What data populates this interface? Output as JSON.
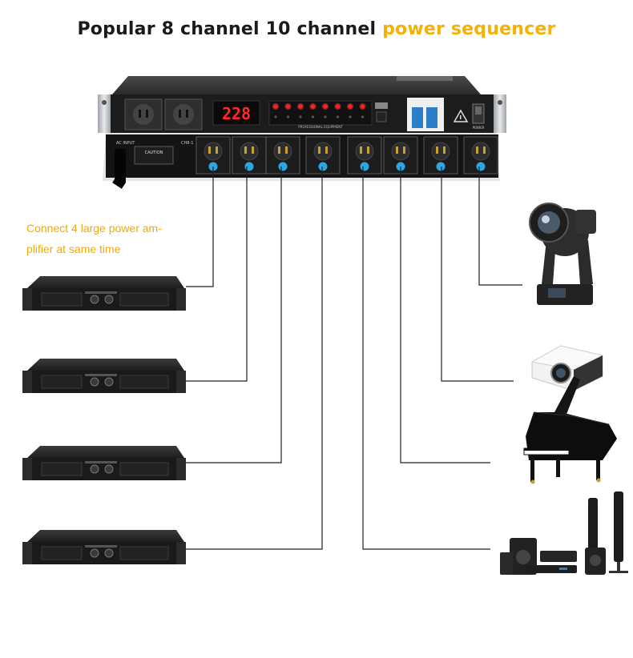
{
  "title": {
    "part1": "Popular 8 channel 10 channel ",
    "part2": "power sequencer",
    "highlight_color": "#f5b200"
  },
  "caption": {
    "line1": "Connect 4 large power am-",
    "line2": "plifier at same time",
    "color": "#f5a800"
  },
  "device": {
    "display_value": "228",
    "front_label": "PROFESSIONAL EQUIPMENT",
    "ac_input_label": "AC INPUT",
    "channel_label": "CH8-1",
    "power_label": "POWER",
    "caution_label": "CAUTION",
    "indicator_count": 8,
    "rear_socket_count": 8
  },
  "left_devices": [
    "power-amplifier",
    "power-amplifier",
    "power-amplifier",
    "power-amplifier"
  ],
  "right_devices": [
    "moving-head-stage-light",
    "projector",
    "grand-piano",
    "home-theater-speaker-system"
  ]
}
